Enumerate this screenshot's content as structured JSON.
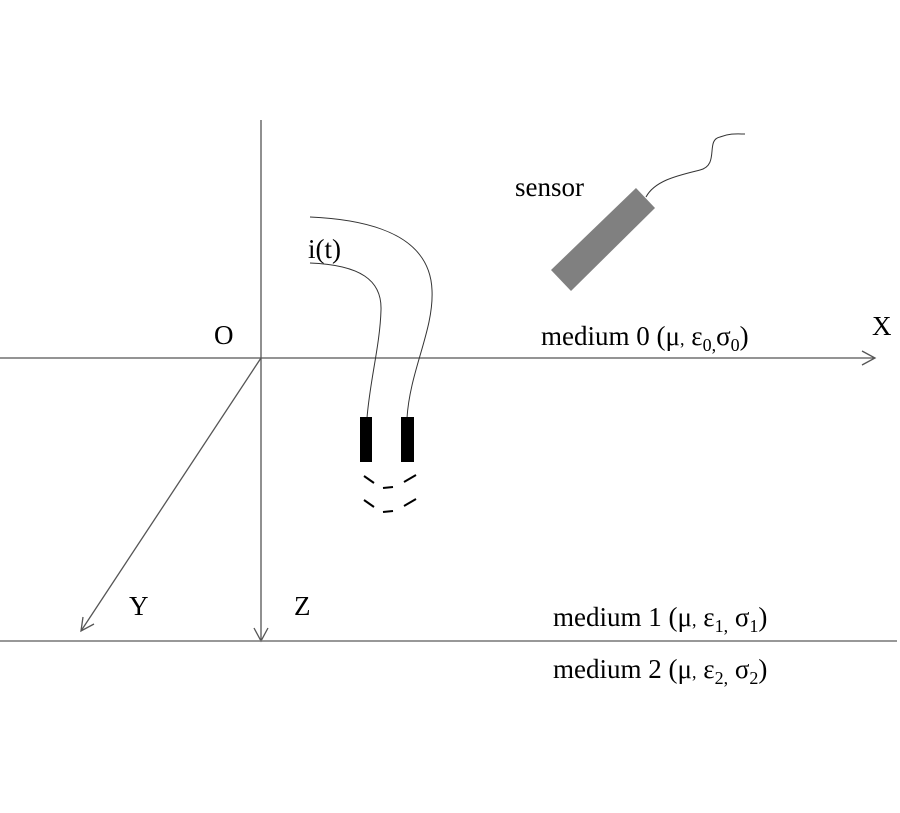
{
  "axes": {
    "origin": "O",
    "x": "X",
    "y": "Y",
    "z": "Z"
  },
  "source": {
    "label": "i(t)"
  },
  "sensor": {
    "label": "sensor",
    "color": "#808080"
  },
  "media": [
    {
      "name": "medium 0",
      "mu": "μ",
      "eps": "ε",
      "eps_sub": "0",
      "sigma": "σ",
      "sigma_sub": "0"
    },
    {
      "name": "medium 1",
      "mu": "μ",
      "eps": "ε",
      "eps_sub": "1",
      "sigma": "σ",
      "sigma_sub": "1"
    },
    {
      "name": "medium 2",
      "mu": "μ",
      "eps": "ε",
      "eps_sub": "2",
      "sigma": "σ",
      "sigma_sub": "2"
    }
  ]
}
